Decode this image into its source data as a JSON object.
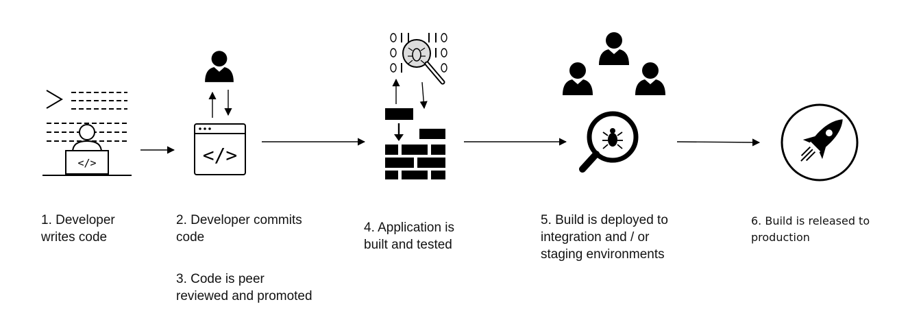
{
  "steps": [
    {
      "label": "1. Developer\nwrites code",
      "icon": "developer-laptop-icon"
    },
    {
      "label": "2. Developer commits\ncode",
      "icon": "code-window-icon"
    },
    {
      "label": "3. Code is peer\nreviewed and promoted",
      "icon": "reviewer-person-icon"
    },
    {
      "label": "4. Application is\nbuilt and tested",
      "icon": "brick-wall-build-icon"
    },
    {
      "label": "5. Build is deployed to\nintegration and / or\nstaging environments",
      "icon": "bug-magnifier-team-icon"
    },
    {
      "label": "6. Build is released to\nproduction",
      "icon": "rocket-icon"
    }
  ],
  "icons": {
    "code_symbol": "</>"
  },
  "colors": {
    "ink": "#000000",
    "background": "#ffffff"
  }
}
